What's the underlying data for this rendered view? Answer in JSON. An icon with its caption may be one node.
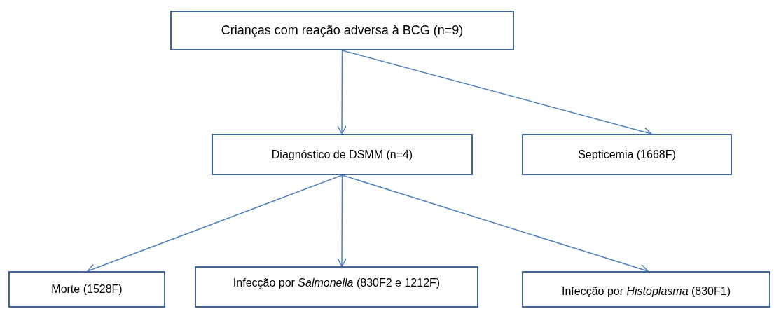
{
  "diagram": {
    "nodes": [
      {
        "text": [
          "Crianças com reação adversa à BCG (n=9)"
        ]
      },
      {
        "text": [
          "Diagnóstico de DSMM (n=4)"
        ]
      },
      {
        "text": [
          "Septicemia (1668F)"
        ]
      },
      {
        "text": [
          "Morte (1528F)"
        ]
      },
      {
        "text": [
          "Infecção por *Salmonella* (830F2 e 1212F)"
        ]
      },
      {
        "text": [
          "Infecção por *Histoplasma* (830F1)"
        ]
      }
    ],
    "edges": [
      {
        "from": 0,
        "to": 1,
        "arrow": "to"
      },
      {
        "from": 0,
        "to": 2,
        "arrow": "to"
      },
      {
        "from": 1,
        "to": 3,
        "arrow": "to"
      },
      {
        "from": 1,
        "to": 4,
        "arrow": "to"
      },
      {
        "from": 1,
        "to": 5,
        "arrow": "to"
      }
    ]
  }
}
